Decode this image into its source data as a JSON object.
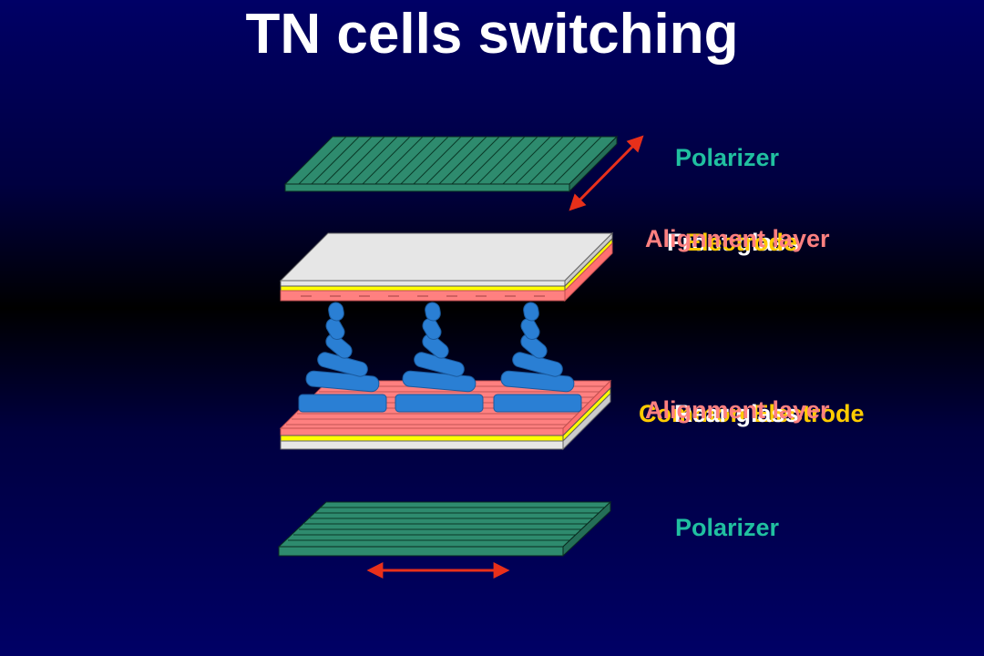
{
  "title": "TN cells switching",
  "labels": {
    "top_polarizer": "Polarizer",
    "bottom_polarizer": "Polarizer",
    "top_alignment_layer": "Alignment layer",
    "top_glass": "Front glass",
    "top_electrode": "Electrode",
    "bottom_alignment_layer": "Alignment layer",
    "bottom_glass": "Rear glass",
    "bottom_electrode": "Common Electrode"
  },
  "colors": {
    "background": "#000066",
    "polarizer": "#2e8b6e",
    "glass": "#e6e6e6",
    "electrode": "#ffff00",
    "alignment_layer": "#ff8080",
    "liquid_crystal": "#2a7fd4",
    "polarization_arrow": "#e8301a"
  }
}
